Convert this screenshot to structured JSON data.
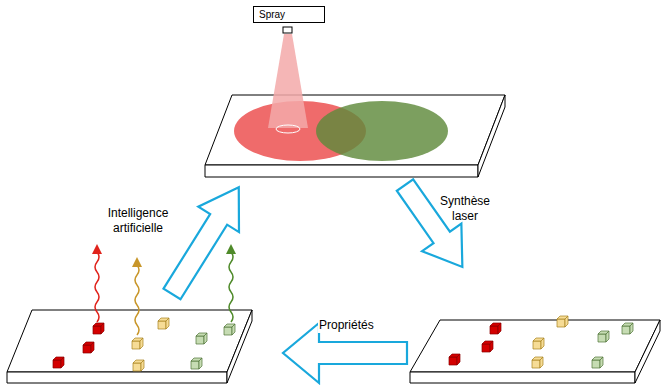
{
  "diagram": {
    "nodes": [
      {
        "text": [
          "Spray"
        ]
      }
    ],
    "edges": [],
    "labels": [
      "Synthèse laser",
      "Intelligence artificielle",
      "Propriétés"
    ]
  }
}
